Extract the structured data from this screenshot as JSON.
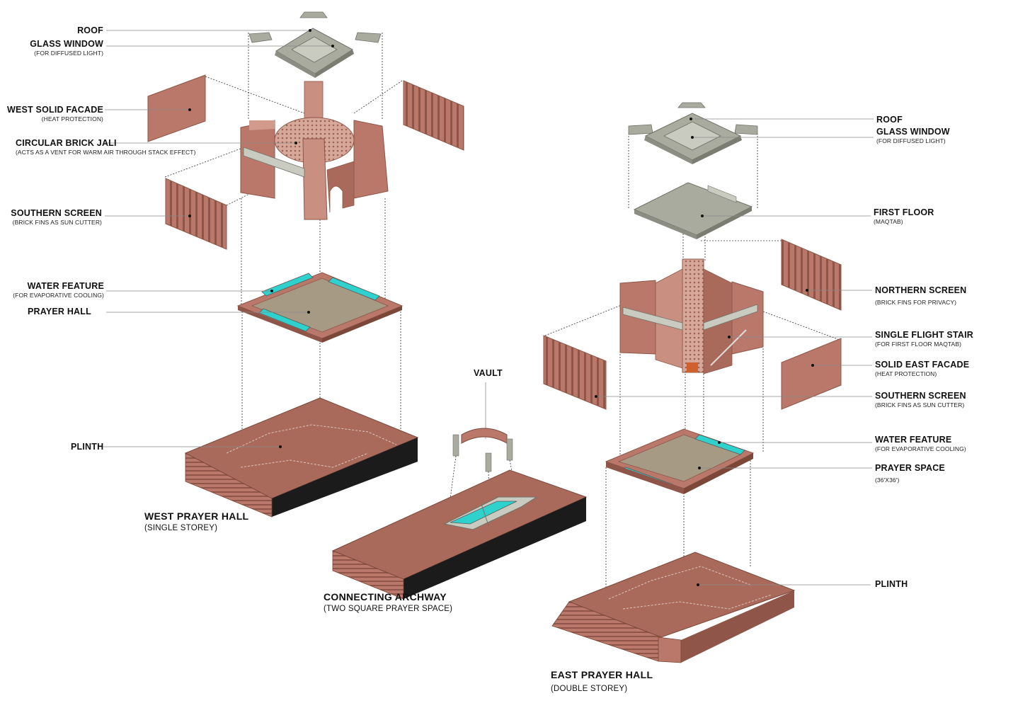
{
  "labels_left": {
    "roof": {
      "title": "ROOF"
    },
    "glass_window": {
      "title": "GLASS WINDOW",
      "sub": "(FOR DIFFUSED LIGHT)"
    },
    "west_solid_facade": {
      "title": "WEST SOLID FACADE",
      "sub": "(HEAT PROTECTION)"
    },
    "circular_brick_jali": {
      "title": "CIRCULAR BRICK JALI",
      "sub": "(ACTS AS A VENT FOR WARM AIR THROUGH STACK EFFECT)"
    },
    "southern_screen": {
      "title": "SOUTHERN SCREEN",
      "sub": "(BRICK FINS AS SUN CUTTER)"
    },
    "water_feature": {
      "title": "WATER FEATURE",
      "sub": "(FOR EVAPORATIVE COOLING)"
    },
    "prayer_hall": {
      "title": "PRAYER HALL"
    },
    "plinth": {
      "title": "PLINTH"
    }
  },
  "labels_right": {
    "roof": {
      "title": "ROOF"
    },
    "glass_window": {
      "title": "GLASS WINDOW",
      "sub": "(FOR DIFFUSED LIGHT)"
    },
    "first_floor": {
      "title": "FIRST FLOOR",
      "sub": "(MAQTAB)"
    },
    "northern_screen": {
      "title": "NORTHERN SCREEN",
      "sub": "(BRICK FINS FOR PRIVACY)"
    },
    "single_flight_stair": {
      "title": "SINGLE FLIGHT STAIR",
      "sub": "(FOR FIRST FLOOR MAQTAB)"
    },
    "solid_east_facade": {
      "title": "SOLID EAST FACADE",
      "sub": "(HEAT PROTECTION)"
    },
    "southern_screen": {
      "title": "SOUTHERN SCREEN",
      "sub": "(BRICK FINS AS SUN CUTTER)"
    },
    "water_feature": {
      "title": "WATER FEATURE",
      "sub": "(FOR EVAPORATIVE COOLING)"
    },
    "prayer_space": {
      "title": "PRAYER SPACE",
      "sub": "(36'X36')"
    },
    "plinth": {
      "title": "PLINTH"
    }
  },
  "vault": {
    "title": "VAULT"
  },
  "captions": {
    "west": {
      "title": "WEST PRAYER HALL",
      "sub": "(SINGLE STOREY)"
    },
    "archway": {
      "title": "CONNECTING ARCHWAY",
      "sub": "(TWO SQUARE PRAYER SPACE)"
    },
    "east": {
      "title": "EAST PRAYER HALL",
      "sub": "(DOUBLE  STOREY)"
    }
  },
  "colors": {
    "brick": "#b9786a",
    "brick_dark": "#8e5548",
    "brick_light": "#d19a8c",
    "concrete": "#a9ab9f",
    "concrete_light": "#c9cbc1",
    "floor": "#a69a85",
    "water": "#2fd1cc",
    "shadow": "#1b1b1b",
    "leader": "#8a8a8a"
  }
}
